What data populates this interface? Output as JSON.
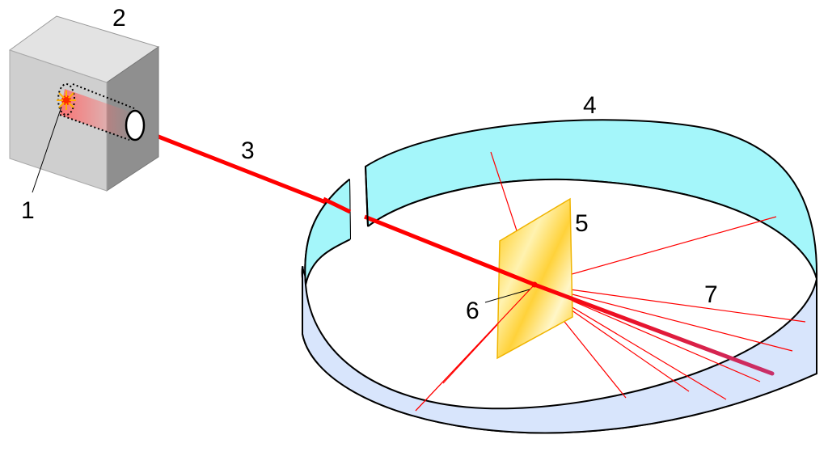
{
  "labels": {
    "l1": "1",
    "l2": "2",
    "l3": "3",
    "l4": "4",
    "l5": "5",
    "l6": "6",
    "l7": "7"
  },
  "colors": {
    "beam": "#ff0000",
    "box_front": "#cccccc",
    "box_top": "#e0e0e0",
    "box_side": "#8e8e8e",
    "screen_inner": "#a4f6fa",
    "screen_outer": "#d8e5fc",
    "foil": "#ffd21e"
  },
  "icons": [
    "radioactive-source-icon",
    "lead-box-icon",
    "gold-foil-icon",
    "fluorescent-screen-icon"
  ]
}
